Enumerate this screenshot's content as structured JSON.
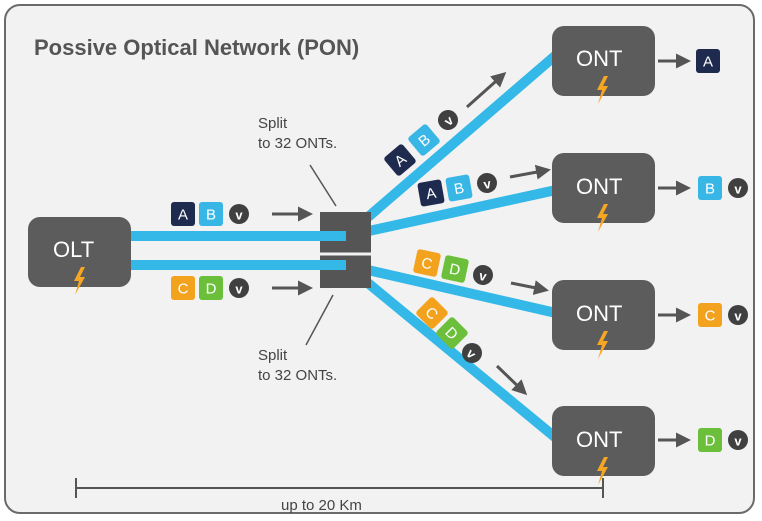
{
  "title": "Possive Optical Network (PON)",
  "colors": {
    "fiber": "#33b8e8",
    "box": "#5c5c5c",
    "tag_a": "#1f2a4f",
    "tag_b": "#38b6e6",
    "tag_c": "#f2a21c",
    "tag_d": "#6cbf3a",
    "tag_v": "#404040",
    "bolt": "#f6a623",
    "arrow": "#555555"
  },
  "olt": {
    "label": "OLT",
    "icon": "lightning-bolt-icon"
  },
  "onts": [
    {
      "label": "ONT",
      "icon": "lightning-bolt-icon",
      "output": [
        "A"
      ]
    },
    {
      "label": "ONT",
      "icon": "lightning-bolt-icon",
      "output": [
        "B",
        "V"
      ]
    },
    {
      "label": "ONT",
      "icon": "lightning-bolt-icon",
      "output": [
        "C",
        "V"
      ]
    },
    {
      "label": "ONT",
      "icon": "lightning-bolt-icon",
      "output": [
        "D",
        "V"
      ]
    }
  ],
  "splitters": [
    {
      "label_line1": "Split",
      "label_line2": "to 32 ONTs."
    },
    {
      "label_line1": "Split",
      "label_line2": "to 32 ONTs."
    }
  ],
  "fiber_tags": {
    "upper_input": [
      "A",
      "B",
      "V"
    ],
    "lower_input": [
      "C",
      "D",
      "V"
    ],
    "branch_ont1": [
      "A",
      "B",
      "V"
    ],
    "branch_ont2": [
      "A",
      "B",
      "V"
    ],
    "branch_ont3": [
      "C",
      "D",
      "V"
    ],
    "branch_ont4": [
      "C",
      "D",
      "V"
    ]
  },
  "distance": {
    "label": "up to 20 Km"
  }
}
